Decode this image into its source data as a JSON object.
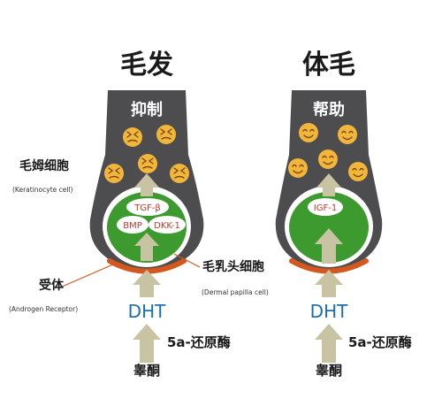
{
  "left_panel": {
    "title": "毛发",
    "action": "抑制",
    "factors": [
      "TGF-β",
      "BMP",
      "DKK-1"
    ],
    "arrow_label": "5a-还原酶",
    "dht": "DHT",
    "source": "睾酮"
  },
  "right_panel": {
    "title": "体毛",
    "action": "帮助",
    "factors": [
      "IGF-1"
    ],
    "arrow_label": "5a-还原酶",
    "dht": "DHT",
    "source": "睾酮"
  },
  "labels": {
    "keratinocyte_cn": "毛姆细胞",
    "keratinocyte_en": "(Keratinocyte cell)",
    "papilla_cn": "毛乳头细胞",
    "papilla_en": "(Dermal papilla cell)",
    "receptor_cn": "受体",
    "receptor_en": "(Androgen Receptor)"
  },
  "colors": {
    "follicle_dark": "#4d4d4f",
    "papilla_green": "#3d9a2e",
    "receptor_orange": "#d4581e",
    "arrow_beige": "#c7c3a3",
    "dht_blue": "#1b6fb0",
    "face_yellow": "#f1b63a"
  },
  "icons": {
    "left_faces": "angry-face-icon",
    "right_faces": "smiling-face-icon"
  }
}
